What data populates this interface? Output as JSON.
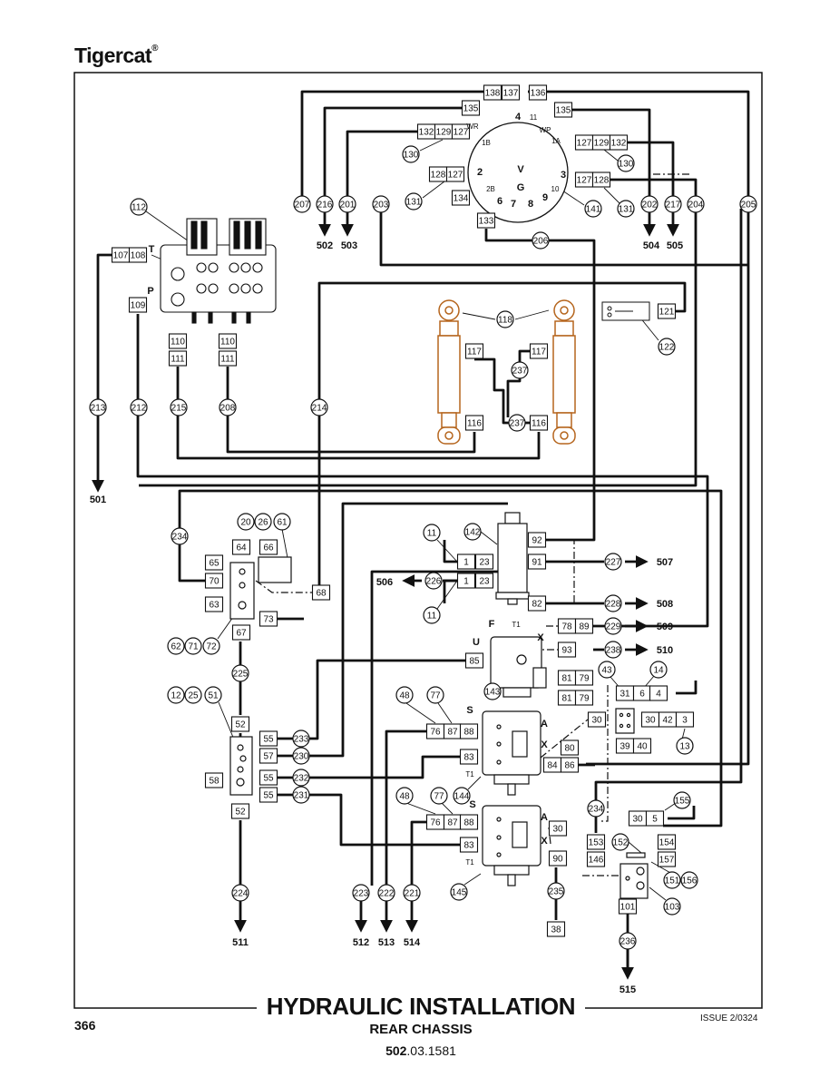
{
  "brand": {
    "name": "Tigercat",
    "mark": "®"
  },
  "footer": {
    "title": "HYDRAULIC INSTALLATION",
    "subtitle": "REAR CHASSIS",
    "ref_bold": "502",
    "ref_rest": ".03.1581",
    "page": "366",
    "issue": "ISSUE 2/0324"
  },
  "circles": [
    [
      "207",
      333,
      225
    ],
    [
      "216",
      358,
      225
    ],
    [
      "201",
      383,
      225
    ],
    [
      "203",
      420,
      225
    ],
    [
      "202",
      716,
      225
    ],
    [
      "217",
      742,
      225
    ],
    [
      "204",
      767,
      225
    ],
    [
      "205",
      825,
      225
    ],
    [
      "130",
      453,
      170
    ],
    [
      "131",
      456,
      222
    ],
    [
      "130",
      690,
      180
    ],
    [
      "141",
      654,
      230
    ],
    [
      "131",
      690,
      230
    ],
    [
      "206",
      596,
      265
    ],
    [
      "112",
      153,
      228
    ],
    [
      "118",
      557,
      352
    ],
    [
      "122",
      735,
      382
    ],
    [
      "237",
      573,
      408
    ],
    [
      "237",
      570,
      466
    ],
    [
      "213",
      108,
      449
    ],
    [
      "212",
      153,
      449
    ],
    [
      "215",
      197,
      449
    ],
    [
      "208",
      251,
      449
    ],
    [
      "214",
      352,
      449
    ],
    [
      "20",
      271,
      575
    ],
    [
      "26",
      290,
      575
    ],
    [
      "61",
      311,
      575
    ],
    [
      "234",
      198,
      591
    ],
    [
      "11",
      476,
      587
    ],
    [
      "142",
      521,
      586
    ],
    [
      "11",
      476,
      678
    ],
    [
      "226",
      478,
      640
    ],
    [
      "227",
      676,
      619
    ],
    [
      "228",
      676,
      665
    ],
    [
      "229",
      676,
      690
    ],
    [
      "238",
      676,
      716
    ],
    [
      "62",
      194,
      712
    ],
    [
      "71",
      213,
      712
    ],
    [
      "72",
      233,
      712
    ],
    [
      "225",
      265,
      742
    ],
    [
      "12",
      194,
      766
    ],
    [
      "25",
      213,
      766
    ],
    [
      "51",
      235,
      766
    ],
    [
      "143",
      543,
      762
    ],
    [
      "43",
      669,
      738
    ],
    [
      "14",
      726,
      738
    ],
    [
      "13",
      755,
      822
    ],
    [
      "48",
      446,
      766
    ],
    [
      "77",
      480,
      766
    ],
    [
      "233",
      332,
      814
    ],
    [
      "230",
      332,
      833
    ],
    [
      "232",
      332,
      857
    ],
    [
      "231",
      332,
      876
    ],
    [
      "144",
      509,
      877
    ],
    [
      "48",
      446,
      877
    ],
    [
      "77",
      484,
      877
    ],
    [
      "155",
      752,
      882
    ],
    [
      "234",
      657,
      891
    ],
    [
      "152",
      684,
      928
    ],
    [
      "151",
      741,
      970
    ],
    [
      "156",
      760,
      970
    ],
    [
      "103",
      741,
      999
    ],
    [
      "224",
      265,
      984
    ],
    [
      "223",
      398,
      984
    ],
    [
      "222",
      426,
      984
    ],
    [
      "221",
      454,
      984
    ],
    [
      "145",
      506,
      983
    ],
    [
      "235",
      613,
      982
    ],
    [
      "236",
      692,
      1037
    ]
  ],
  "boxes": [
    [
      "138",
      543,
      102
    ],
    [
      "137",
      563,
      102
    ],
    [
      "136",
      593,
      102
    ],
    [
      "135",
      519,
      119
    ],
    [
      "135",
      621,
      121
    ],
    [
      "132",
      470,
      145
    ],
    [
      "129",
      489,
      145
    ],
    [
      "127",
      508,
      145
    ],
    [
      "127",
      644,
      157
    ],
    [
      "129",
      663,
      157
    ],
    [
      "132",
      682,
      157
    ],
    [
      "128",
      483,
      192
    ],
    [
      "127",
      502,
      192
    ],
    [
      "134",
      508,
      218
    ],
    [
      "127",
      644,
      198
    ],
    [
      "128",
      663,
      198
    ],
    [
      "133",
      536,
      243
    ],
    [
      "107",
      133,
      281
    ],
    [
      "108",
      152,
      281
    ],
    [
      "109",
      152,
      336
    ],
    [
      "121",
      735,
      343
    ],
    [
      "110",
      196,
      376
    ],
    [
      "111",
      196,
      395
    ],
    [
      "110",
      251,
      376
    ],
    [
      "111",
      251,
      395
    ],
    [
      "117",
      523,
      387
    ],
    [
      "117",
      594,
      387
    ],
    [
      "116",
      523,
      466
    ],
    [
      "116",
      594,
      466
    ],
    [
      "64",
      266,
      603
    ],
    [
      "66",
      296,
      603
    ],
    [
      "65",
      236,
      620
    ],
    [
      "70",
      236,
      640
    ],
    [
      "63",
      236,
      666
    ],
    [
      "68",
      354,
      653
    ],
    [
      "73",
      296,
      682
    ],
    [
      "67",
      266,
      697
    ],
    [
      "1",
      514,
      619
    ],
    [
      "23",
      534,
      619
    ],
    [
      "1",
      514,
      640
    ],
    [
      "23",
      534,
      640
    ],
    [
      "92",
      592,
      595
    ],
    [
      "91",
      592,
      619
    ],
    [
      "82",
      592,
      665
    ],
    [
      "78",
      625,
      690
    ],
    [
      "89",
      644,
      690
    ],
    [
      "85",
      523,
      728
    ],
    [
      "93",
      625,
      716
    ],
    [
      "81",
      625,
      747
    ],
    [
      "79",
      644,
      747
    ],
    [
      "81",
      625,
      769
    ],
    [
      "79",
      644,
      769
    ],
    [
      "31",
      689,
      764
    ],
    [
      "6",
      708,
      764
    ],
    [
      "4",
      726,
      764
    ],
    [
      "30",
      658,
      793
    ],
    [
      "30",
      717,
      793
    ],
    [
      "42",
      736,
      793
    ],
    [
      "3",
      755,
      793
    ],
    [
      "39",
      689,
      822
    ],
    [
      "40",
      708,
      822
    ],
    [
      "52",
      265,
      798
    ],
    [
      "55",
      296,
      814
    ],
    [
      "57",
      296,
      833
    ],
    [
      "58",
      236,
      860
    ],
    [
      "55",
      296,
      857
    ],
    [
      "55",
      296,
      876
    ],
    [
      "52",
      265,
      894
    ],
    [
      "76",
      480,
      806
    ],
    [
      "87",
      499,
      806
    ],
    [
      "88",
      517,
      806
    ],
    [
      "83",
      517,
      834
    ],
    [
      "80",
      628,
      824
    ],
    [
      "84",
      609,
      843
    ],
    [
      "86",
      628,
      843
    ],
    [
      "30",
      703,
      902
    ],
    [
      "5",
      722,
      902
    ],
    [
      "153",
      657,
      928
    ],
    [
      "154",
      735,
      928
    ],
    [
      "146",
      657,
      947
    ],
    [
      "157",
      735,
      947
    ],
    [
      "76",
      480,
      906
    ],
    [
      "87",
      499,
      906
    ],
    [
      "88",
      517,
      906
    ],
    [
      "30",
      615,
      913
    ],
    [
      "83",
      517,
      931
    ],
    [
      "90",
      615,
      946
    ],
    [
      "101",
      692,
      999
    ],
    [
      "38",
      613,
      1024
    ]
  ],
  "port_labels": [
    [
      "WR",
      521,
      142
    ],
    [
      "4",
      571,
      132
    ],
    [
      "11",
      588,
      132
    ],
    [
      "WP",
      601,
      146
    ],
    [
      "1B",
      536,
      160
    ],
    [
      "1A",
      613,
      158
    ],
    [
      "2",
      529,
      193
    ],
    [
      "V",
      574,
      190
    ],
    [
      "3",
      621,
      196
    ],
    [
      "2B",
      541,
      211
    ],
    [
      "G",
      574,
      210
    ],
    [
      "10",
      612,
      211
    ],
    [
      "6",
      551,
      225
    ],
    [
      "7",
      566,
      228
    ],
    [
      "8",
      585,
      228
    ],
    [
      "9",
      601,
      221
    ],
    [
      "T",
      167,
      278
    ],
    [
      "P",
      166,
      324
    ],
    [
      "F",
      542,
      691
    ],
    [
      "T1",
      569,
      691
    ],
    [
      "U",
      525,
      711
    ],
    [
      "X",
      596,
      706
    ],
    [
      "S",
      518,
      786
    ],
    [
      "A",
      600,
      801
    ],
    [
      "X",
      600,
      824
    ],
    [
      "T1",
      518,
      856
    ],
    [
      "S",
      521,
      890
    ],
    [
      "A",
      600,
      904
    ],
    [
      "X",
      600,
      930
    ],
    [
      "T1",
      518,
      953
    ]
  ],
  "outputs": [
    [
      "501",
      108,
      550
    ],
    [
      "502",
      358,
      270
    ],
    [
      "503",
      385,
      270
    ],
    [
      "504",
      718,
      270
    ],
    [
      "505",
      744,
      270
    ],
    [
      "506",
      424,
      641
    ],
    [
      "507",
      733,
      619
    ],
    [
      "508",
      733,
      665
    ],
    [
      "509",
      733,
      690
    ],
    [
      "510",
      733,
      716
    ],
    [
      "511",
      265,
      1038
    ],
    [
      "512",
      398,
      1038
    ],
    [
      "513",
      426,
      1038
    ],
    [
      "514",
      454,
      1038
    ],
    [
      "515",
      692,
      1090
    ]
  ]
}
